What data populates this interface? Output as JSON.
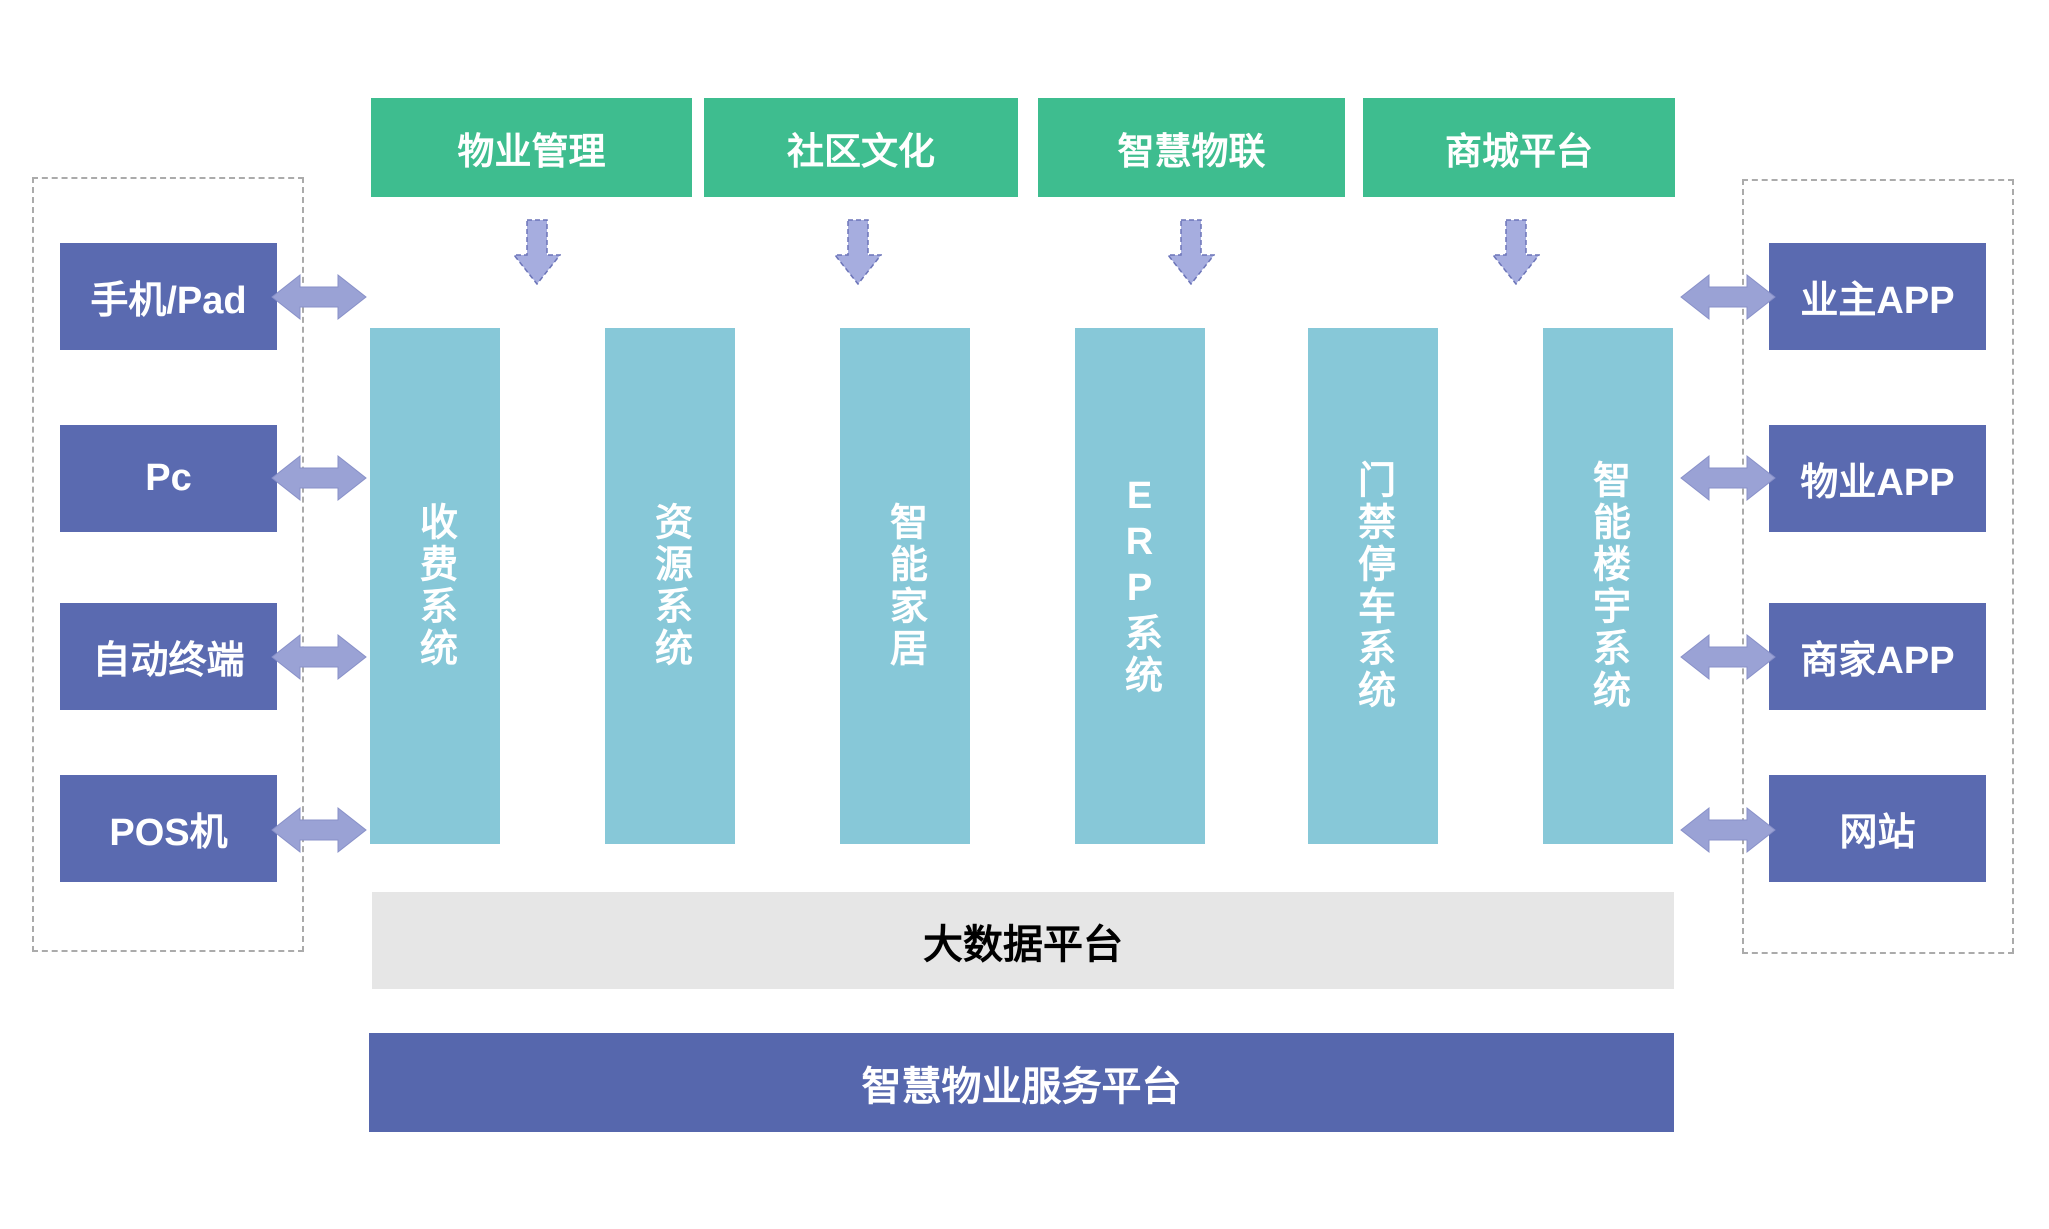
{
  "diagram": {
    "title_hint": "智慧物业服务平台架构图",
    "top_modules": [
      {
        "label": "物业管理"
      },
      {
        "label": "社区文化"
      },
      {
        "label": "智慧物联"
      },
      {
        "label": "商城平台"
      }
    ],
    "system_columns": [
      {
        "label": "收费系统"
      },
      {
        "label": "资源系统"
      },
      {
        "label": "智能家居"
      },
      {
        "label": "ERP系统"
      },
      {
        "label": "门禁停车系统"
      },
      {
        "label": "智能楼宇系统"
      }
    ],
    "left_devices": {
      "items": [
        {
          "label": "手机/Pad"
        },
        {
          "label": "Pc"
        },
        {
          "label": "自动终端"
        },
        {
          "label": "POS机"
        }
      ]
    },
    "right_apps": {
      "items": [
        {
          "label": "业主APP"
        },
        {
          "label": "物业APP"
        },
        {
          "label": "商家APP"
        },
        {
          "label": "网站"
        }
      ]
    },
    "big_data_platform_label": "大数据平台",
    "service_platform_label": "智慧物业服务平台",
    "colors": {
      "module_green": "#3ebd8f",
      "system_teal": "#87c8d8",
      "device_purple": "#5a6ab0",
      "platform_purple": "#5667ad",
      "platform_gray": "#e6e6e6",
      "arrow_light_purple": "#9aa2d5",
      "down_arrow_purple": "#a6addf",
      "dashed_border_gray": "#ababab"
    }
  }
}
